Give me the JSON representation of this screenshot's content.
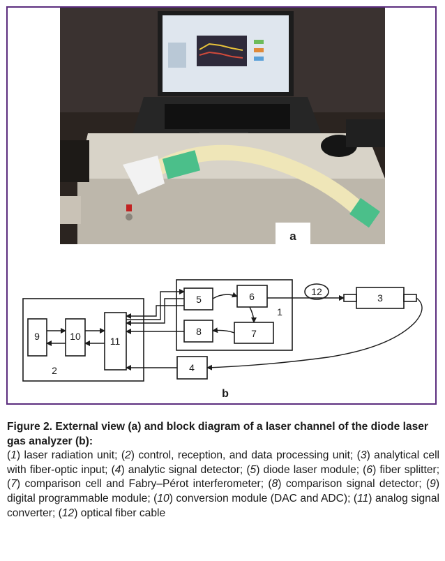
{
  "figure": {
    "panel_a_label": "a",
    "panel_b_label": "b",
    "photo_subject": "laptop connected to gas analyzer unit with breathing tube",
    "border_color": "#5b2d7e",
    "diagram": {
      "blocks": {
        "b1": "1",
        "b2": "2",
        "b3": "3",
        "b4": "4",
        "b5": "5",
        "b6": "6",
        "b7": "7",
        "b8": "8",
        "b9": "9",
        "b10": "10",
        "b11": "11",
        "b12": "12"
      }
    }
  },
  "caption": {
    "title": "Figure 2. External view (a) and block diagram of a laser channel of the diode laser gas analyzer (b):",
    "items": [
      {
        "num": "1",
        "text": " laser radiation unit; "
      },
      {
        "num": "2",
        "text": " control, reception, and data processing unit; "
      },
      {
        "num": "3",
        "text": " analytical cell with fiber-optic input; "
      },
      {
        "num": "4",
        "text": " analytic signal detector; "
      },
      {
        "num": "5",
        "text": " diode laser module; "
      },
      {
        "num": "6",
        "text": " fiber splitter; "
      },
      {
        "num": "7",
        "text": " comparison cell and Fabry–Pérot interferometer; "
      },
      {
        "num": "8",
        "text": " comparison signal detector; "
      },
      {
        "num": "9",
        "text": " digital programmable module; "
      },
      {
        "num": "10",
        "text": " conversion module (DAC and ADC); "
      },
      {
        "num": "11",
        "text": " analog signal converter; "
      },
      {
        "num": "12",
        "text": " optical fiber cable"
      }
    ]
  }
}
